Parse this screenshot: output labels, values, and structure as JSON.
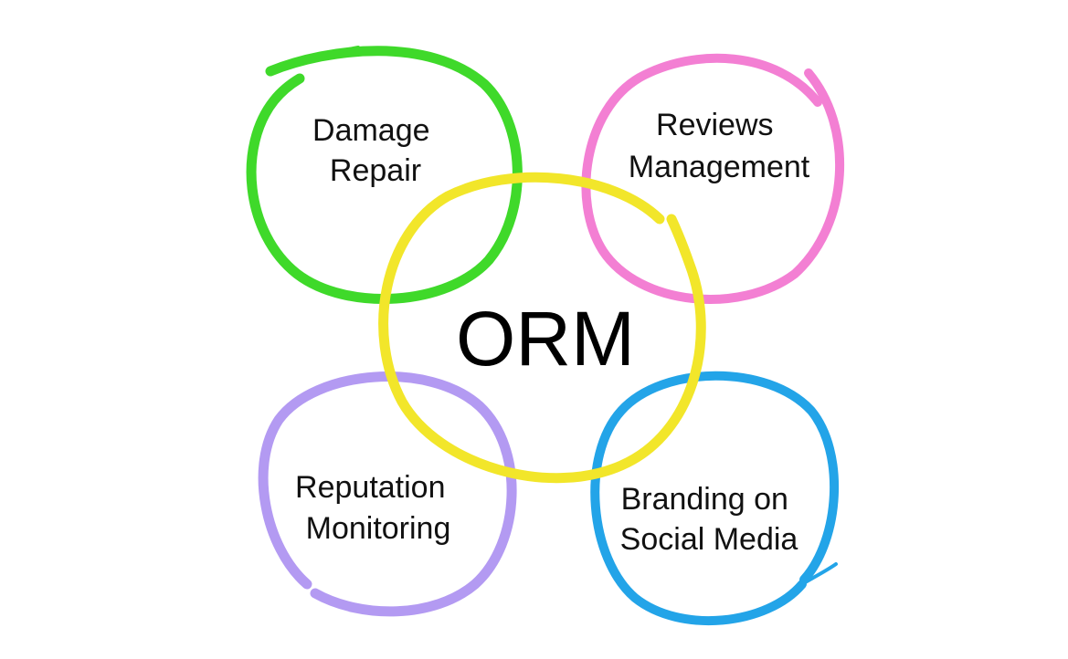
{
  "center": {
    "label": "ORM",
    "color": "#f2e62a"
  },
  "nodes": [
    {
      "id": "damage-repair",
      "lines": [
        "Damage",
        "Repair"
      ],
      "color": "#3fd92a"
    },
    {
      "id": "reviews-management",
      "lines": [
        "Reviews",
        "Management"
      ],
      "color": "#f37fd3"
    },
    {
      "id": "reputation-monitoring",
      "lines": [
        "Reputation",
        "Monitoring"
      ],
      "color": "#b39af2"
    },
    {
      "id": "branding-social-media",
      "lines": [
        "Branding on",
        "Social Media"
      ],
      "color": "#23a4e8"
    }
  ]
}
